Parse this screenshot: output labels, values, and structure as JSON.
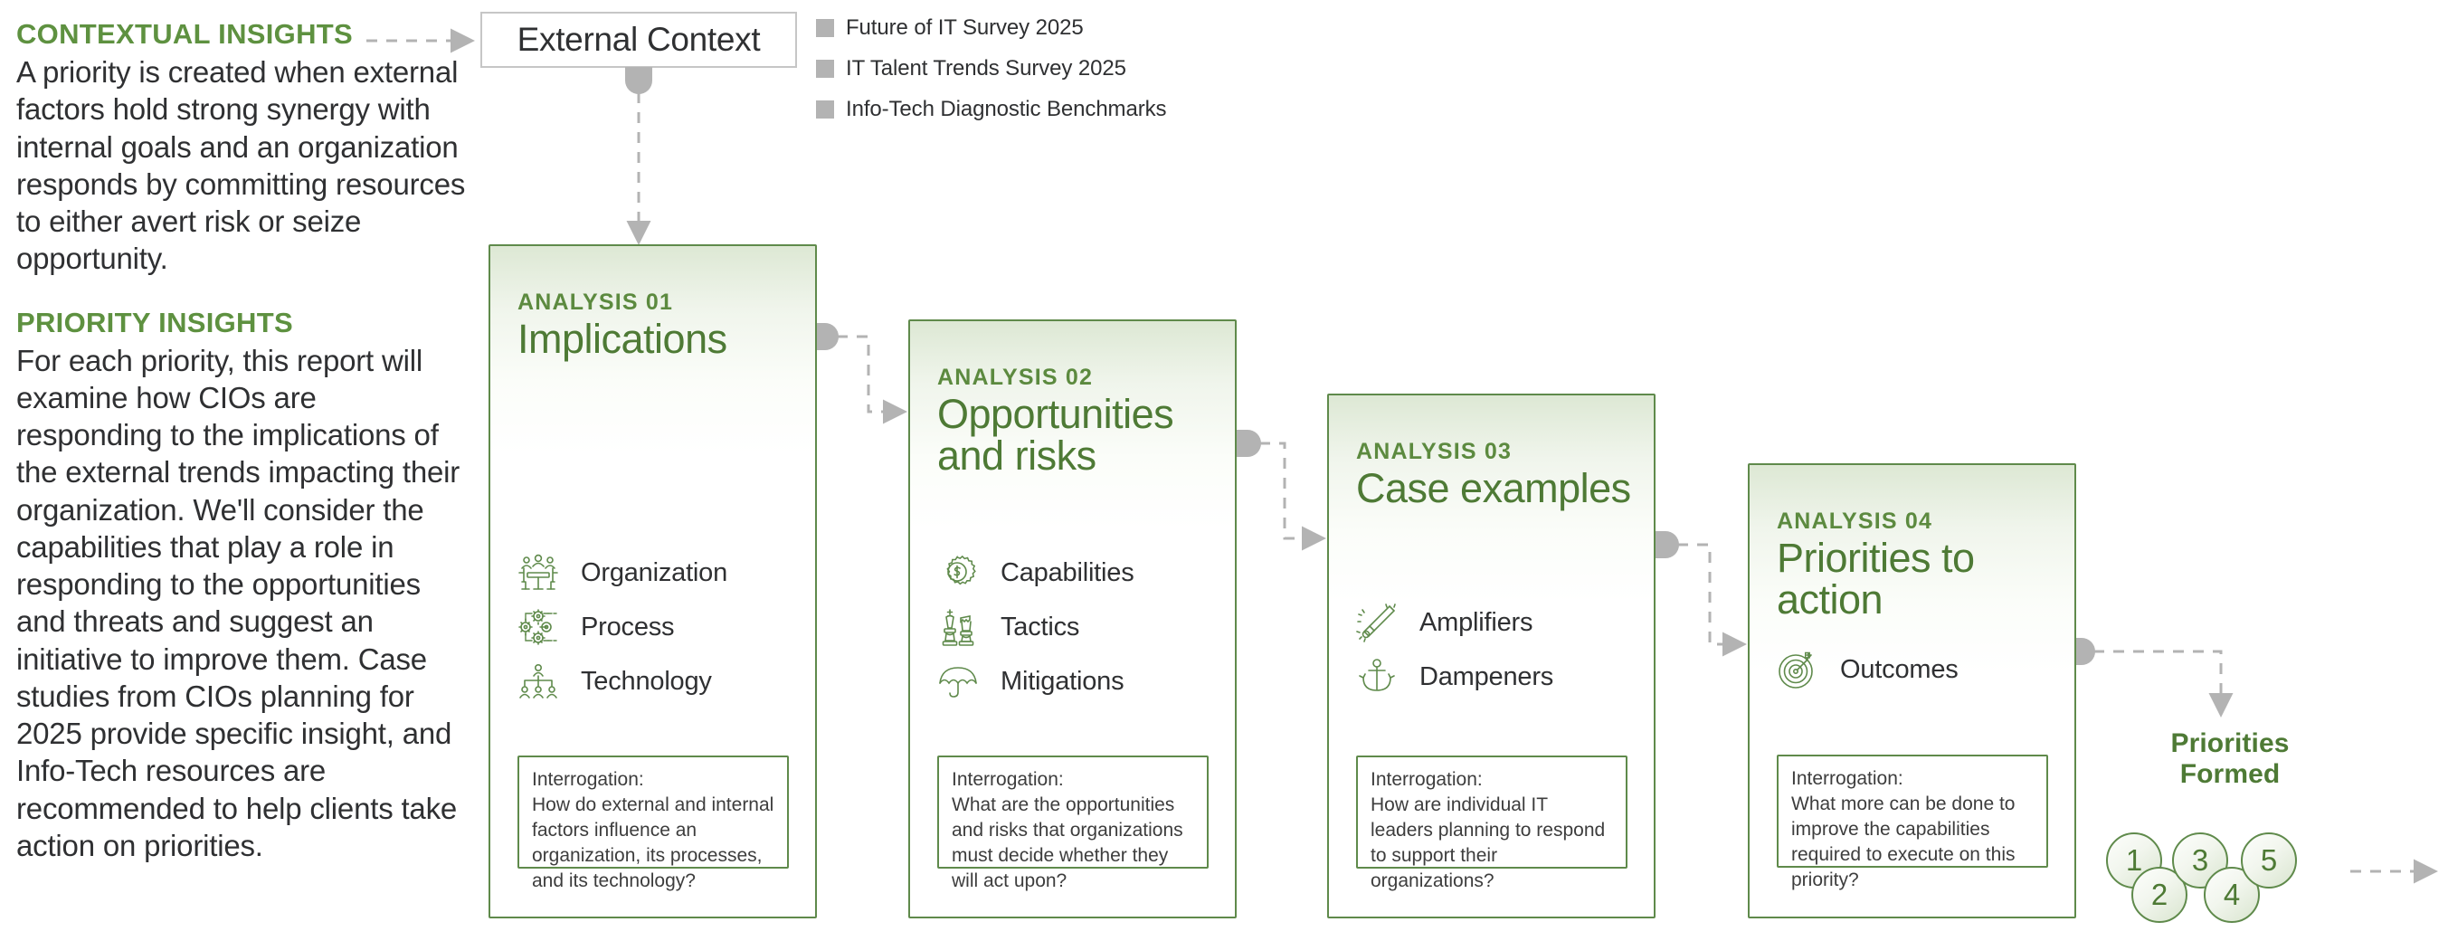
{
  "colors": {
    "accent_green": "#5e9140",
    "card_border": "#5f8a4b",
    "title_green": "#4e7a35",
    "body_text": "#2f3032",
    "connector_gray": "#b3b3b3",
    "legend_swatch": "#b3b3b3"
  },
  "left_column": {
    "contextual": {
      "heading": "CONTEXTUAL INSIGHTS",
      "body": "A priority is created when external factors hold strong synergy with internal goals and an organization responds by committing resources to either avert risk or seize opportunity."
    },
    "priority": {
      "heading": "PRIORITY INSIGHTS",
      "body": "For each priority, this report will examine how CIOs are responding to the implications of the external trends impacting their organization. We'll consider the capabilities that play a role in responding to the opportunities and threats and suggest an initiative to improve them. Case studies from CIOs planning for 2025 provide specific insight, and Info-Tech resources are recommended to help clients take action on priorities."
    }
  },
  "external_context": {
    "label": "External Context"
  },
  "legend": {
    "items": [
      {
        "label": "Future of IT Survey 2025"
      },
      {
        "label": "IT Talent Trends Survey 2025"
      },
      {
        "label": "Info-Tech Diagnostic Benchmarks"
      }
    ]
  },
  "cards": [
    {
      "eyebrow": "ANALYSIS 01",
      "title": "Implications",
      "bullets": [
        {
          "icon": "organization-icon",
          "label": "Organization"
        },
        {
          "icon": "process-icon",
          "label": "Process"
        },
        {
          "icon": "technology-icon",
          "label": "Technology"
        }
      ],
      "interrogation": {
        "head": "Interrogation:",
        "body": "How do external and internal factors influence an organization, its processes, and its technology?"
      }
    },
    {
      "eyebrow": "ANALYSIS 02",
      "title": "Opportunities and risks",
      "bullets": [
        {
          "icon": "capabilities-gear-dollar-icon",
          "label": "Capabilities"
        },
        {
          "icon": "tactics-chess-icon",
          "label": "Tactics"
        },
        {
          "icon": "mitigations-umbrella-icon",
          "label": "Mitigations"
        }
      ],
      "interrogation": {
        "head": "Interrogation:",
        "body": "What are the opportunities and risks that organizations must decide whether they will act upon?"
      }
    },
    {
      "eyebrow": "ANALYSIS 03",
      "title": "Case examples",
      "bullets": [
        {
          "icon": "amplifiers-megaphone-icon",
          "label": "Amplifiers"
        },
        {
          "icon": "dampeners-anchor-icon",
          "label": "Dampeners"
        }
      ],
      "interrogation": {
        "head": "Interrogation:",
        "body": "How are individual IT leaders planning to respond to support their organizations?"
      }
    },
    {
      "eyebrow": "ANALYSIS 04",
      "title": "Priorities to action",
      "bullets": [
        {
          "icon": "outcomes-target-icon",
          "label": "Outcomes"
        }
      ],
      "interrogation": {
        "head": "Interrogation:",
        "body": "What more can be done to improve the capabilities required to execute on this priority?"
      }
    }
  ],
  "priorities_formed": {
    "title": "Priorities Formed",
    "numbers": [
      "1",
      "2",
      "3",
      "4",
      "5"
    ]
  }
}
